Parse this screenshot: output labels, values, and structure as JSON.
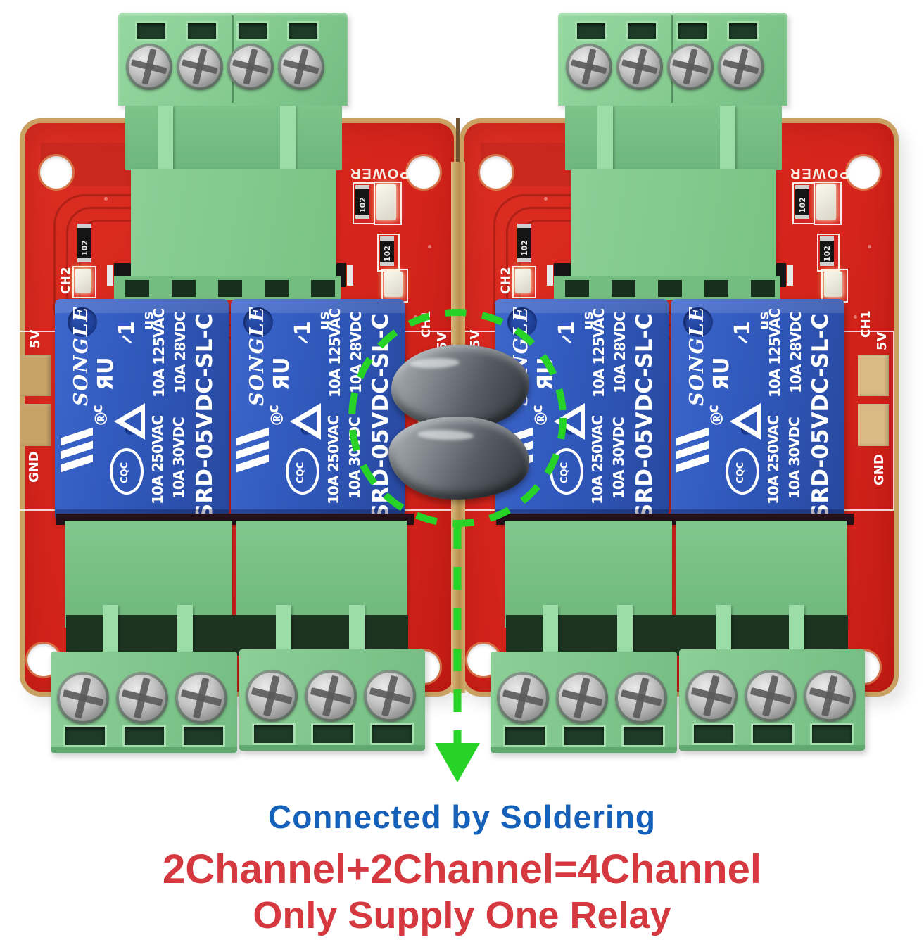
{
  "captions": {
    "soldering": "Connected by Soldering",
    "equation": "2Channel+2Channel=4Channel",
    "supply": "Only Supply One Relay"
  },
  "colors": {
    "annotation_green": "#26d326",
    "caption_blue": "#1560b8",
    "caption_red": "#d5383e",
    "pcb_red": "#d6251c",
    "terminal_green": "#8ccf97",
    "relay_blue": "#2f57ba",
    "solder_grey": "#6b7177"
  },
  "board": {
    "silk": {
      "power": "POWER",
      "ch1": "CH1",
      "ch2": "CH2",
      "v5": "5V",
      "gnd": "GND",
      "resistor_code": "102"
    },
    "relay": {
      "brand": "SONGLE",
      "registered": "®",
      "file_number_mark": "1",
      "ul_mark": "ЯU",
      "ul_c": "c",
      "ul_us": "us",
      "cqc": "CQC",
      "rating_1": "10A 125VAC",
      "rating_2": "10A 28VDC",
      "rating_3": "10A 250VAC",
      "rating_4": "10A 30VDC",
      "model": "SRD-05VDC-SL-C"
    }
  }
}
